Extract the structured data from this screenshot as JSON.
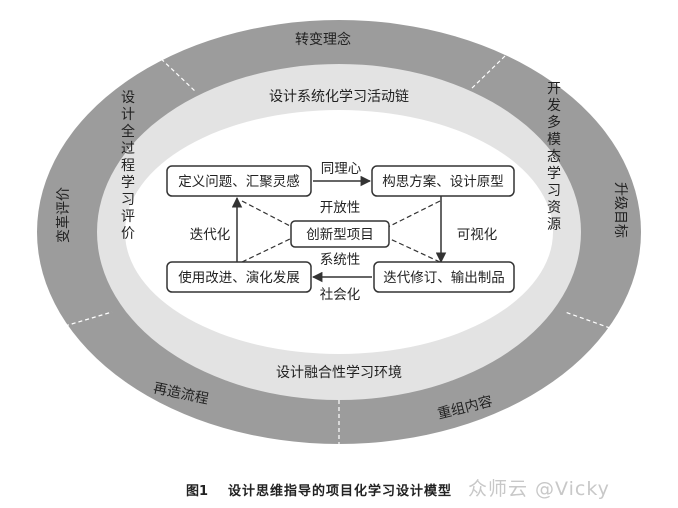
{
  "outer_ring": {
    "top": "转变理念",
    "right": "升级目标",
    "left": "变革评价",
    "bottom_left": "再造流程",
    "bottom_right": "重组内容"
  },
  "middle_ring": {
    "top": "设计系统化学习活动链",
    "bottom": "设计融合性学习环境",
    "left_vertical": "设计全过程学习评价",
    "right_vertical": "开发多模态学习资源"
  },
  "core": {
    "center": "创新型项目",
    "box_top_left": "定义问题、汇聚灵感",
    "box_top_right": "构思方案、设计原型",
    "box_bottom_left": "使用改进、演化发展",
    "box_bottom_right": "迭代修订、输出制品",
    "arrow_top": "同理心",
    "arrow_right": "可视化",
    "arrow_left": "迭代化",
    "arrow_bottom": "社会化",
    "center_above": "开放性",
    "center_below": "系统性"
  },
  "caption": {
    "number": "图1",
    "title": "设计思维指导的项目化学习设计模型"
  },
  "watermark": "众师云 @Vicky",
  "colors": {
    "outer_ring": "#9c9c9c",
    "middle_ring": "#e3e3e3",
    "inner_field": "#ffffff",
    "line": "#333333"
  }
}
